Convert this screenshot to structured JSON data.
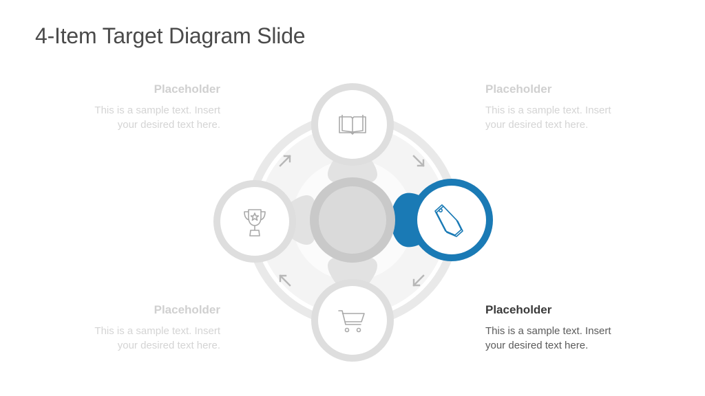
{
  "slide": {
    "title": "4-Item Target Diagram Slide"
  },
  "items": {
    "top_left": {
      "heading": "Placeholder",
      "body_line1": "This is a sample text. Insert",
      "body_line2": "your desired text here."
    },
    "top_right": {
      "heading": "Placeholder",
      "body_line1": "This is a sample text. Insert",
      "body_line2": "your desired text here."
    },
    "bottom_left": {
      "heading": "Placeholder",
      "body_line1": "This is a sample text. Insert",
      "body_line2": "your desired text here."
    },
    "bottom_right": {
      "heading": "Placeholder",
      "body_line1": "This is a sample text. Insert",
      "body_line2": "your desired text here."
    }
  },
  "diagram": {
    "nodes": [
      {
        "position": "top",
        "icon": "book-icon",
        "active": false
      },
      {
        "position": "right",
        "icon": "tags-icon",
        "active": true
      },
      {
        "position": "bottom",
        "icon": "cart-icon",
        "active": false
      },
      {
        "position": "left",
        "icon": "trophy-icon",
        "active": false
      }
    ],
    "colors": {
      "accent": "#1a7ab5",
      "ring": "#e9e9e9",
      "node_border": "#dedede",
      "node_fill": "#ffffff",
      "hub_fill": "#dadada",
      "hub_ring": "#c9c9c9",
      "icon_dim": "#a9a9a9"
    }
  }
}
